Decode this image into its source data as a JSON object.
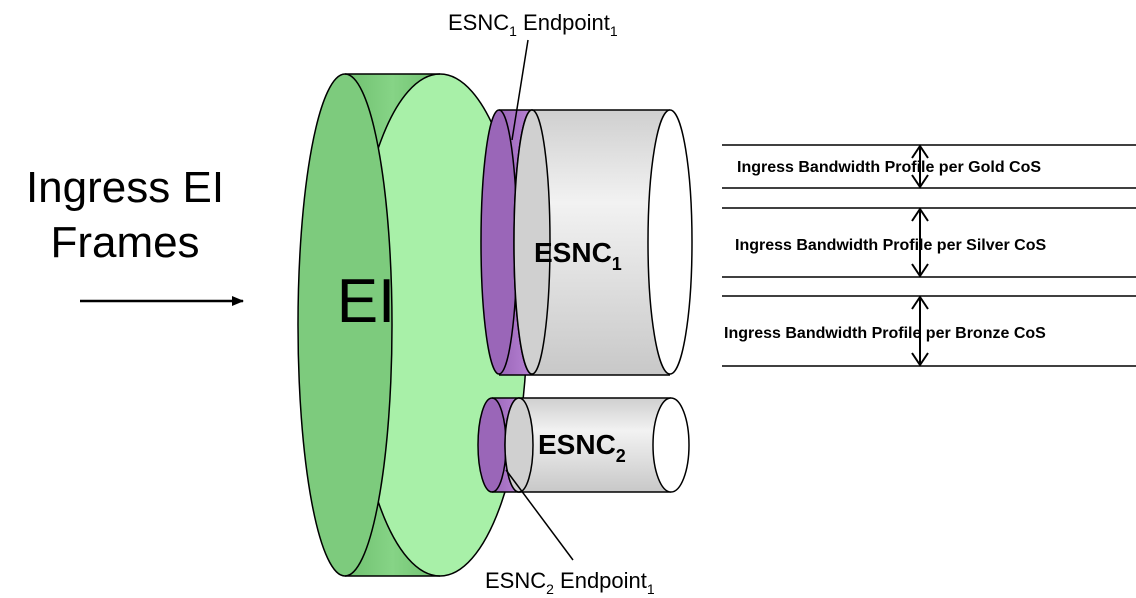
{
  "ingress_label": {
    "line1": "Ingress EI",
    "line2": "Frames"
  },
  "ei": {
    "label": "EI"
  },
  "esnc1": {
    "name": "ESNC",
    "sub": "1"
  },
  "esnc2": {
    "name": "ESNC",
    "sub": "2"
  },
  "callout_top": {
    "name": "ESNC",
    "name_sub": "1",
    "endpoint": " Endpoint",
    "endpoint_sub": "1"
  },
  "callout_bottom": {
    "name": "ESNC",
    "name_sub": "2",
    "endpoint": " Endpoint",
    "endpoint_sub": "1"
  },
  "profiles": [
    {
      "label": "Ingress Bandwidth Profile per Gold CoS"
    },
    {
      "label": "Ingress Bandwidth Profile per Silver CoS"
    },
    {
      "label": "Ingress Bandwidth Profile per Bronze CoS"
    }
  ],
  "colors": {
    "ei_green": "#7DCB7D",
    "ei_light_green": "#A8F0A8",
    "endpoint_purple": "#9E6FB8",
    "endpoint_light_purple": "#D9A6F0",
    "cylinder_gray": "#DCDCDC"
  }
}
